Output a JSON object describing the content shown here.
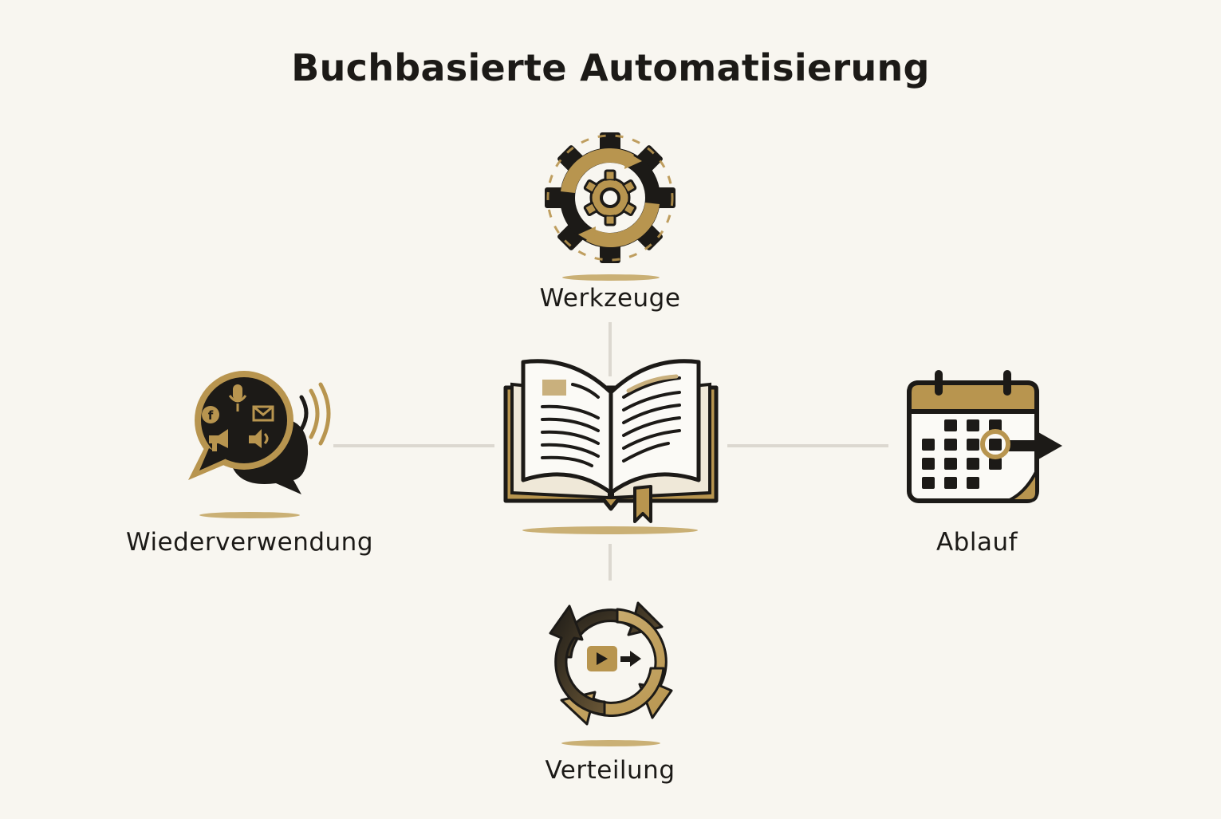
{
  "title": "Buchbasierte Automatisierung",
  "colors": {
    "gold": "#b8954f",
    "dark": "#1c1a17",
    "background": "#f8f6f0",
    "connector": "#dcd8d0"
  },
  "center": {
    "icon": "open-book-icon"
  },
  "nodes": {
    "top": {
      "label": "Werkzeuge",
      "icon": "gears-icon"
    },
    "left": {
      "label": "Wiederverwendung",
      "icon": "speech-bubble-media-icon"
    },
    "right": {
      "label": "Ablauf",
      "icon": "calendar-icon"
    },
    "bottom": {
      "label": "Verteilung",
      "icon": "cycle-arrows-icon"
    }
  }
}
